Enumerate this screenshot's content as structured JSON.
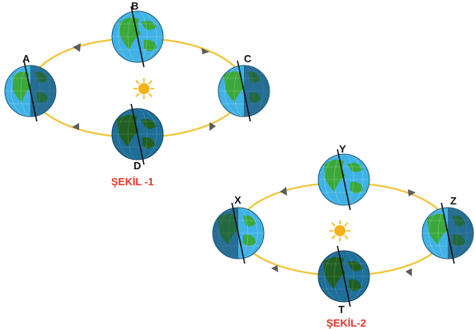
{
  "colors": {
    "orbit": "#f0c437",
    "arrow": "#5d5d5d",
    "sun": "#f6b21a",
    "ocean_light": "#3fb2e6",
    "ocean_dark": "#1d6f99",
    "land_light": "#3aa83a",
    "land_dark": "#215f21",
    "caption": "#e8342a",
    "label": "#111111"
  },
  "diagrams": [
    {
      "caption": "ŞEKİL -1",
      "positions": [
        {
          "label": "A",
          "night_side": "right"
        },
        {
          "label": "B",
          "night_side": "none"
        },
        {
          "label": "C",
          "night_side": "right"
        },
        {
          "label": "D",
          "night_side": "all"
        }
      ]
    },
    {
      "caption": "ŞEKİL-2",
      "positions": [
        {
          "label": "Y",
          "night_side": "none"
        },
        {
          "label": "X",
          "night_side": "left"
        },
        {
          "label": "Z",
          "night_side": "right"
        },
        {
          "label": "T",
          "night_side": "all"
        }
      ]
    }
  ],
  "icons": {
    "sun": "sun-icon",
    "earth": "earth-globe-icon",
    "arrow": "orbit-arrow-icon"
  }
}
